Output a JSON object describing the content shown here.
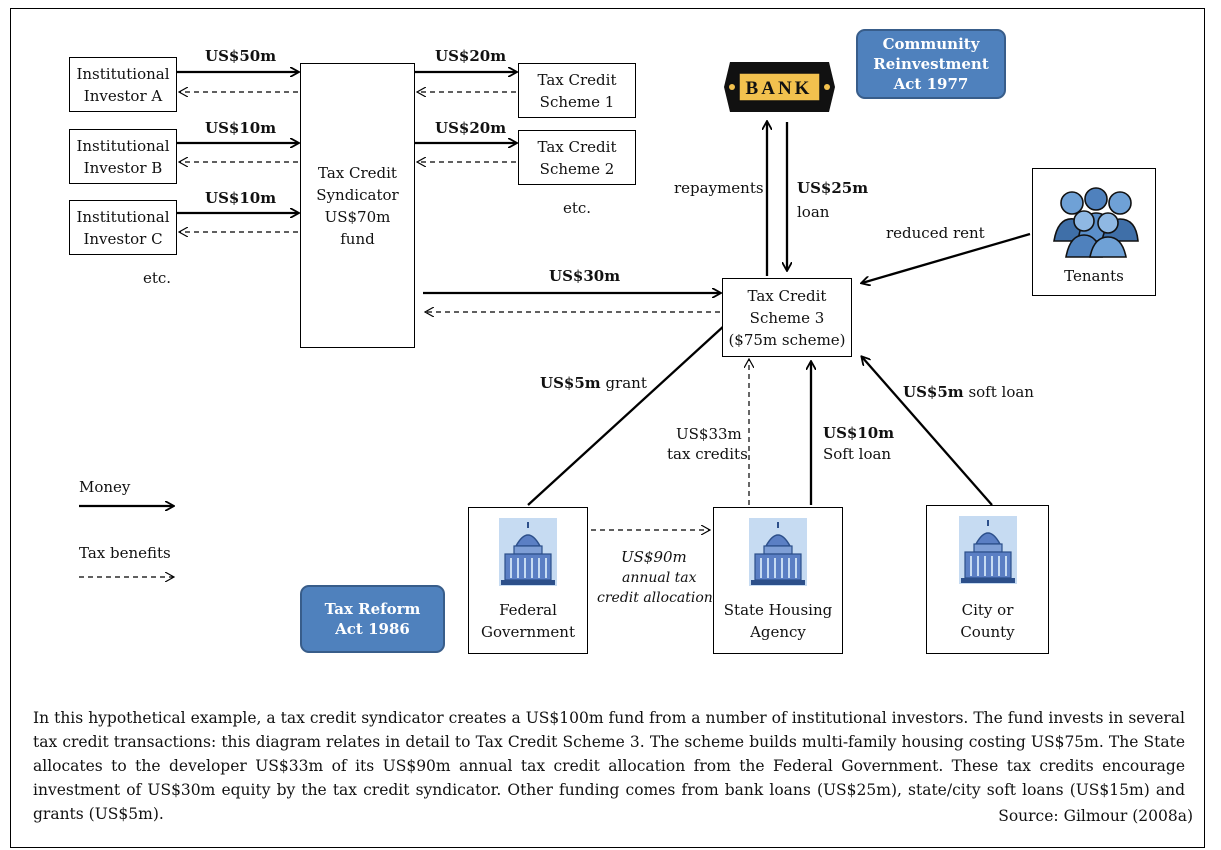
{
  "investors": [
    {
      "line1": "Institutional",
      "line2": "Investor A",
      "amount": "US$50m"
    },
    {
      "line1": "Institutional",
      "line2": "Investor B",
      "amount": "US$10m"
    },
    {
      "line1": "Institutional",
      "line2": "Investor C",
      "amount": "US$10m"
    }
  ],
  "investors_etc": "etc.",
  "syndicator": {
    "line1": "Tax Credit",
    "line2": "Syndicator",
    "line3": "US$70m",
    "line4": "fund"
  },
  "schemes": [
    {
      "line1": "Tax Credit",
      "line2": "Scheme 1",
      "amount": "US$20m"
    },
    {
      "line1": "Tax Credit",
      "line2": "Scheme 2",
      "amount": "US$20m"
    }
  ],
  "schemes_etc": "etc.",
  "bank": {
    "label": "BANK"
  },
  "cra_badge": {
    "line1": "Community",
    "line2": "Reinvestment",
    "line3": "Act 1977"
  },
  "tra_badge": {
    "line1": "Tax Reform",
    "line2": "Act 1986"
  },
  "scheme3": {
    "line1": "Tax Credit",
    "line2": "Scheme 3",
    "line3": "($75m scheme)"
  },
  "tenants": {
    "label": "Tenants"
  },
  "flows": {
    "repayments": "repayments",
    "loan_amount": "US$25m",
    "loan_word": "loan",
    "reduced_rent": "reduced rent",
    "equity_amount": "US$30m",
    "grant_amount": "US$5m",
    "grant_word": "grant",
    "credits_amount": "US$33m",
    "credits_word": "tax credits",
    "state_loan_amount": "US$10m",
    "state_loan_word": "Soft loan",
    "city_loan_amount": "US$5m",
    "city_loan_word": "soft loan",
    "allocation_amount": "US$90m",
    "allocation_line2": "annual tax",
    "allocation_line3": "credit allocation"
  },
  "legend": {
    "money": "Money",
    "tax_benefits": "Tax benefits"
  },
  "agencies": [
    {
      "line1": "Federal",
      "line2": "Government"
    },
    {
      "line1": "State Housing",
      "line2": "Agency"
    },
    {
      "line1": "City or",
      "line2": "County"
    }
  ],
  "caption": "In this hypothetical example, a tax credit syndicator creates a US$100m fund from a number of institutional investors. The fund invests in several tax credit transactions: this diagram relates in detail to Tax Credit Scheme 3. The scheme builds multi-family housing costing US$75m. The State allocates to the developer US$33m of its US$90m annual tax credit allocation from the Federal Government. These tax credits encourage investment of US$30m equity by the tax credit syndicator. Other funding comes from bank loans (US$25m), state/city soft loans (US$15m) and grants (US$5m).",
  "source": "Source: Gilmour (2008a)",
  "colors": {
    "badge_fill": "#4f81bd",
    "badge_border": "#385d8a",
    "dome": "#5b7fc4",
    "bank_fill": "#f2c14e"
  }
}
